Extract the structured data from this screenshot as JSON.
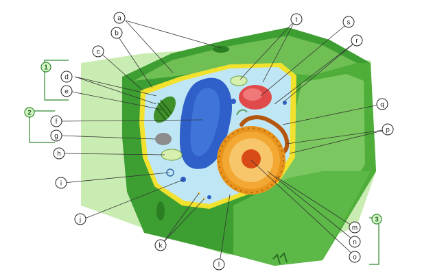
{
  "diagram": {
    "labels": [
      "a",
      "b",
      "c",
      "d",
      "e",
      "f",
      "g",
      "h",
      "i",
      "j",
      "k",
      "l",
      "m",
      "n",
      "o",
      "p",
      "q",
      "r",
      "s",
      "t"
    ],
    "groups": [
      "1",
      "2",
      "3"
    ]
  },
  "colors": {
    "cell_wall_dark": "#3d9e32",
    "cell_wall_light": "#7cc860",
    "background_green": "#c9ecb2",
    "membrane_yellow": "#f2e22e",
    "cytoplasm": "#bfe6f4",
    "vacuole": "#2f5fc8",
    "nucleus": "#e8941c",
    "nucleolus": "#d84a16",
    "golgi": "#e14a4a",
    "chloroplast": "#3f8f2a",
    "group_bracket": "#2e8b2e"
  }
}
